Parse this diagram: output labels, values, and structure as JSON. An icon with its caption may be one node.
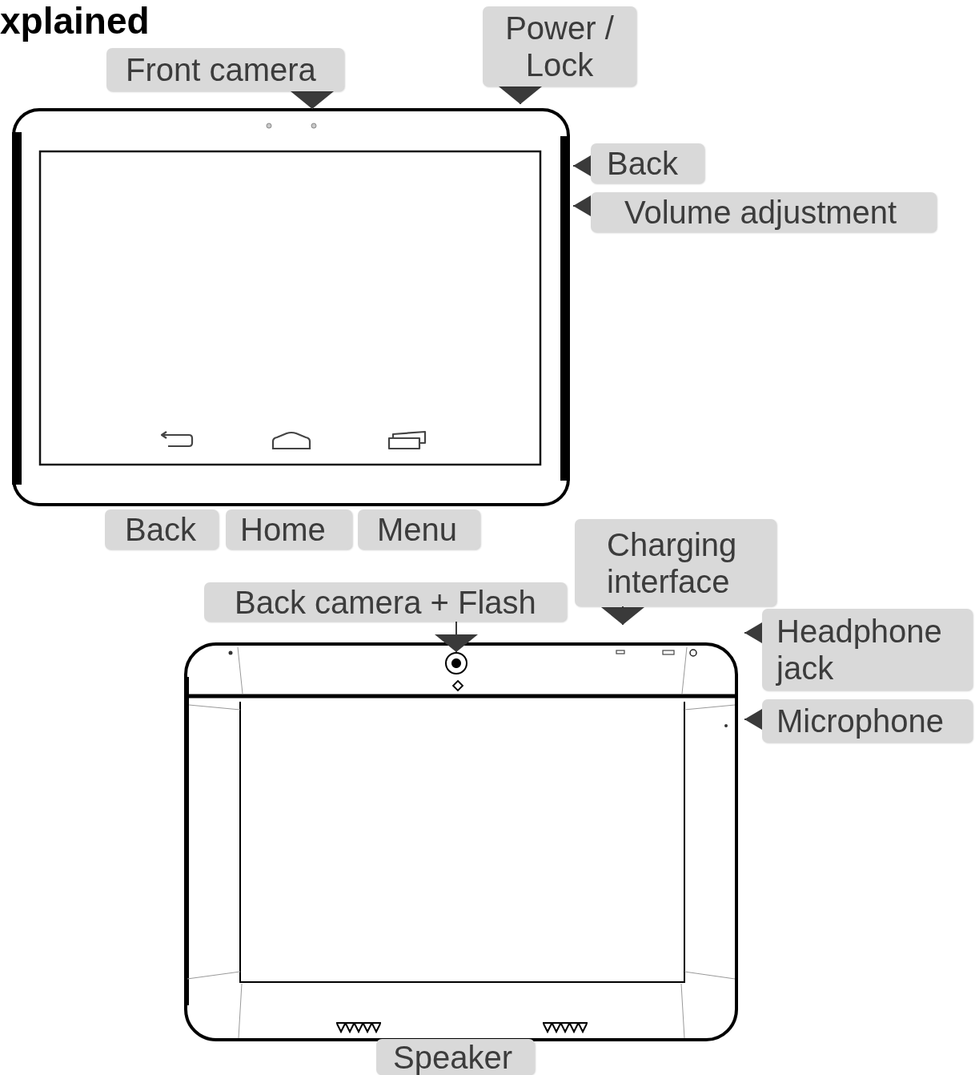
{
  "diagram": {
    "title": "xplained",
    "nodes": [
      {
        "text": [
          "Front camera"
        ]
      },
      {
        "text": [
          "Power / Lock"
        ]
      },
      {
        "text": [
          "Back"
        ]
      },
      {
        "text": [
          "Volume adjustment"
        ]
      },
      {
        "text": [
          "Back"
        ]
      },
      {
        "text": [
          "Home"
        ]
      },
      {
        "text": [
          "Menu"
        ]
      },
      {
        "text": [
          "Charging interface"
        ]
      },
      {
        "text": [
          "Back camera + Flash"
        ]
      },
      {
        "text": [],
        "shape": "circle"
      },
      {
        "text": [
          "Headphone jack"
        ]
      },
      {
        "text": [
          "Microphone"
        ]
      },
      {
        "text": [
          "Speaker"
        ]
      }
    ],
    "edges": [
      {
        "from": 0,
        "to": null,
        "arrow": "to"
      },
      {
        "from": 1,
        "to": null,
        "arrow": "to"
      },
      {
        "from": 2,
        "to": null,
        "arrow": "to"
      },
      {
        "from": 3,
        "to": null,
        "arrow": "to"
      },
      {
        "from": 7,
        "to": null,
        "arrow": "to"
      },
      {
        "from": 8,
        "to": 9,
        "arrow": "to"
      },
      {
        "from": 10,
        "to": null,
        "arrow": "to"
      },
      {
        "from": 11,
        "to": null,
        "arrow": "to"
      }
    ]
  }
}
